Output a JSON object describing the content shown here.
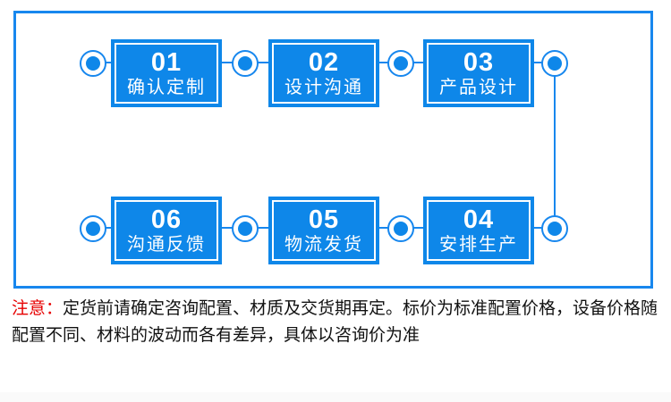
{
  "diagram": {
    "title_meaning": "custom-order process flow",
    "steps": [
      {
        "number": "01",
        "label": "确认定制"
      },
      {
        "number": "02",
        "label": "设计沟通"
      },
      {
        "number": "03",
        "label": "产品设计"
      },
      {
        "number": "04",
        "label": "安排生产"
      },
      {
        "number": "05",
        "label": "物流发货"
      },
      {
        "number": "06",
        "label": "沟通反馈"
      }
    ]
  },
  "note": {
    "prefix": "注意：",
    "body": "定货前请确定咨询配置、材质及交货期再定。标价为标准配置价格，设备价格随配置不同、材料的波动而各有差异，具体以咨询价为准"
  },
  "colors": {
    "box_blue": "#0e87e9",
    "line_blue": "#1787ee",
    "frame_blue": "#1787ee",
    "note_red": "#e60000",
    "note_text": "#111111"
  }
}
